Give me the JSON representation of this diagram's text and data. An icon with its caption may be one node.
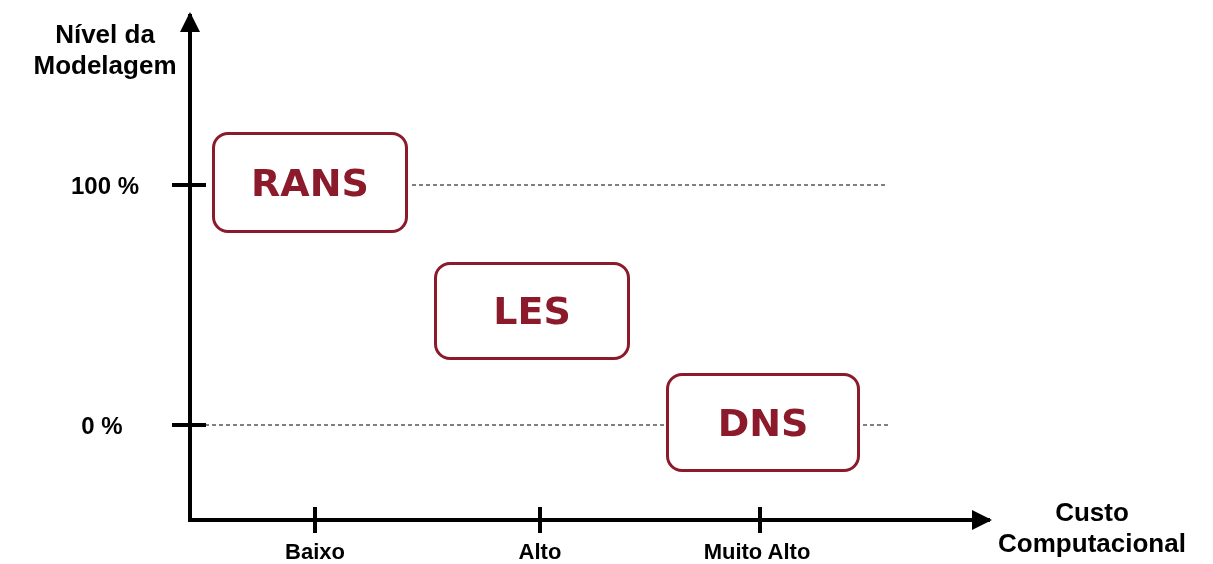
{
  "diagram": {
    "nodes": [
      {
        "text": [
          "RANS"
        ]
      },
      {
        "text": [
          "LES"
        ]
      },
      {
        "text": [
          "DNS"
        ]
      }
    ],
    "edges": [],
    "labels": [
      "Nível da Modelagem",
      "100 %",
      "0 %",
      "Custo Computacional",
      "Baixo",
      "Alto",
      "Muito Alto"
    ]
  }
}
